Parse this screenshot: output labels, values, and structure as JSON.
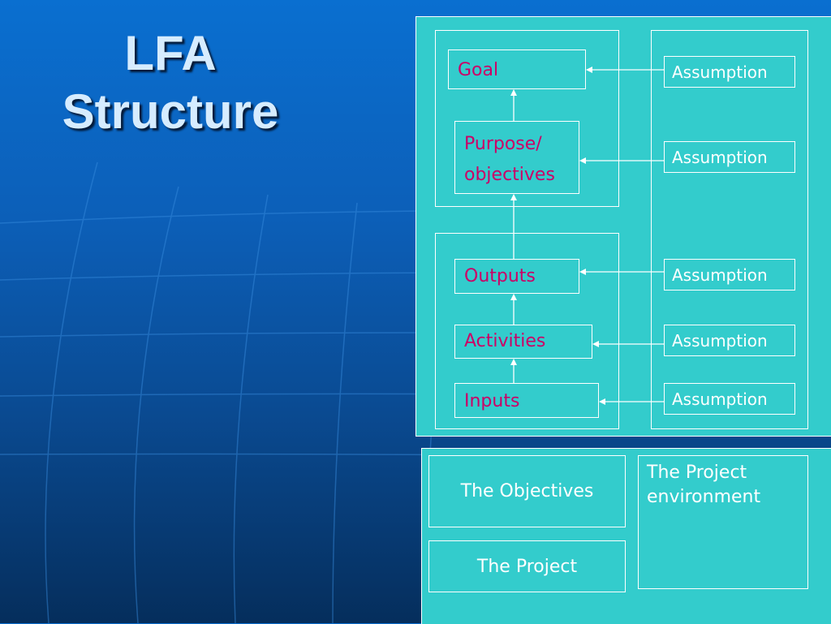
{
  "title": {
    "line1": "LFA",
    "line2": "Structure"
  },
  "hierarchy": {
    "goal": "Goal",
    "purpose_line1": "Purpose/",
    "purpose_line2": "objectives",
    "outputs": "Outputs",
    "activities": "Activities",
    "inputs": "Inputs"
  },
  "assumptions": [
    "Assumption",
    "Assumption",
    "Assumption",
    "Assumption",
    "Assumption"
  ],
  "legend": {
    "objectives": "The Objectives",
    "project": "The Project",
    "environment": "The Project environment"
  },
  "colors": {
    "panel": "#33cccc",
    "node_text": "#cc0066",
    "line": "#ffffff"
  }
}
